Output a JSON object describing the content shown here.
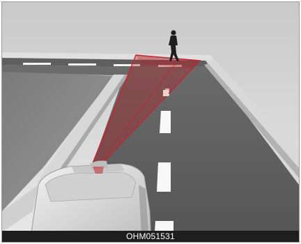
{
  "figure": {
    "code": "OHM051531",
    "colors": {
      "sky": "#d6d6d6",
      "asphalt": "#5e5e5e",
      "curb": "#cfcfcf",
      "lane_marking": "#ffffff",
      "detection_zone": "#b4232a",
      "car_body": "#e4e4e4",
      "caption_bg": "#1e1e1e"
    },
    "icons": [
      "pedestrian-figure",
      "vehicle",
      "sensor-detection-zone"
    ]
  }
}
